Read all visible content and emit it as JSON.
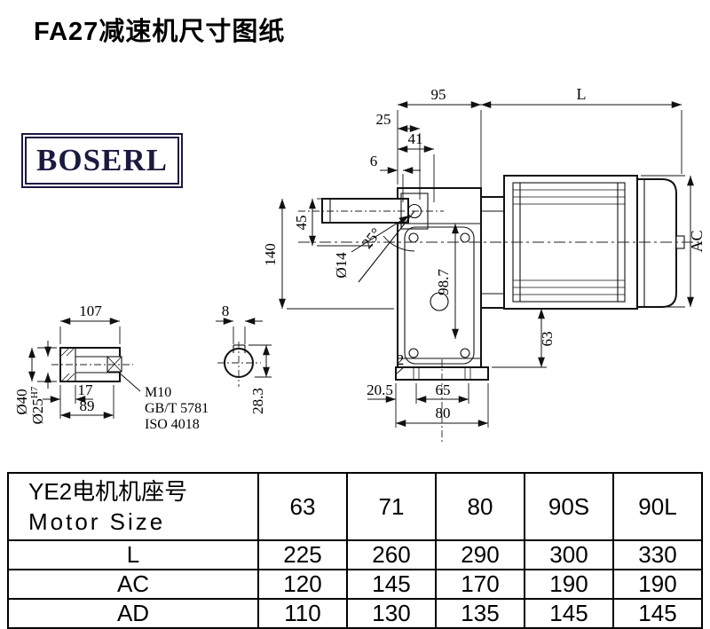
{
  "title": "FA27减速机尺寸图纸",
  "logo": {
    "text": "BOSERL"
  },
  "dims": {
    "d95": "95",
    "dL": "L",
    "d25": "25",
    "d41": "41",
    "d6": "6",
    "d45": "45",
    "d140": "140",
    "dia14": "Ø14",
    "ang25": "25°",
    "d98_7": "98.7",
    "dAC": "AC",
    "d63": "63",
    "d2": "2",
    "d20_5": "20.5",
    "d65": "65",
    "d80": "80",
    "d107": "107",
    "d8": "8",
    "d17": "17",
    "d89": "89",
    "dia40": "Ø40",
    "dia25": "Ø25",
    "dia25sup": "H7",
    "m10": "M10",
    "gbt": "GB/T 5781",
    "iso": "ISO 4018",
    "d28_3": "28.3"
  },
  "table": {
    "header": {
      "line1": "YE2电机机座号",
      "line2": "Motor Size"
    },
    "columns": [
      "63",
      "71",
      "80",
      "90S",
      "90L"
    ],
    "rows": [
      {
        "label": "L",
        "values": [
          "225",
          "260",
          "290",
          "300",
          "330"
        ]
      },
      {
        "label": "AC",
        "values": [
          "120",
          "145",
          "170",
          "190",
          "190"
        ]
      },
      {
        "label": "AD",
        "values": [
          "110",
          "130",
          "135",
          "145",
          "145"
        ]
      }
    ]
  }
}
